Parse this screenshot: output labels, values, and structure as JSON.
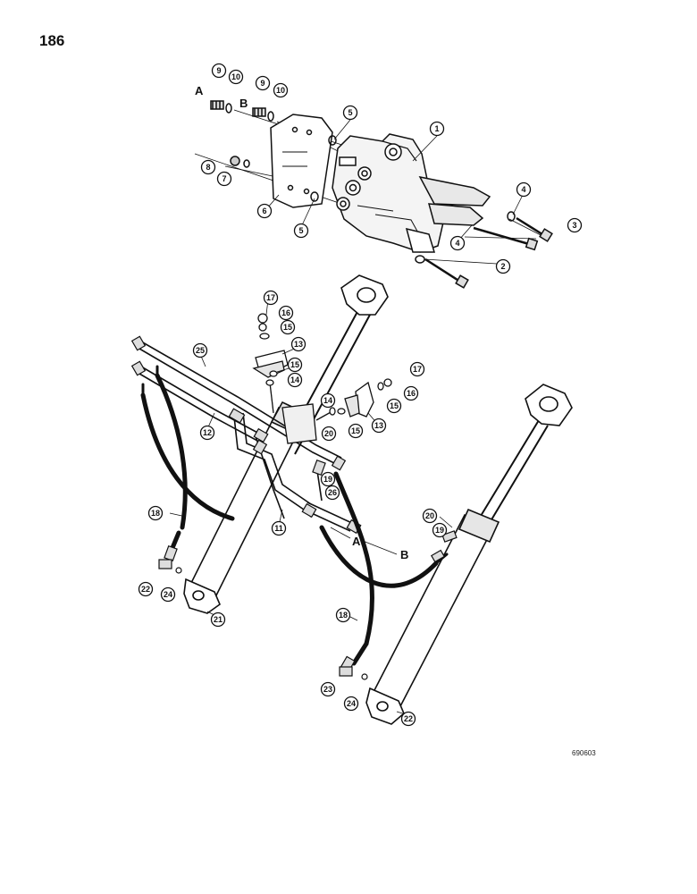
{
  "page": {
    "number": "186",
    "figure_code": "690603"
  },
  "ports": {
    "a_top": "A",
    "b_top": "B",
    "a_bottom": "A",
    "b_bottom": "B"
  },
  "callouts": [
    {
      "id": "c9a",
      "label": "9"
    },
    {
      "id": "c10a",
      "label": "10"
    },
    {
      "id": "c9b",
      "label": "9"
    },
    {
      "id": "c10b",
      "label": "10"
    },
    {
      "id": "c5a",
      "label": "5"
    },
    {
      "id": "c1",
      "label": "1"
    },
    {
      "id": "c8",
      "label": "8"
    },
    {
      "id": "c7",
      "label": "7"
    },
    {
      "id": "c6",
      "label": "6"
    },
    {
      "id": "c5b",
      "label": "5"
    },
    {
      "id": "c4a",
      "label": "4"
    },
    {
      "id": "c3",
      "label": "3"
    },
    {
      "id": "c4b",
      "label": "4"
    },
    {
      "id": "c2",
      "label": "2"
    },
    {
      "id": "c17a",
      "label": "17"
    },
    {
      "id": "c16a",
      "label": "16"
    },
    {
      "id": "c15a",
      "label": "15"
    },
    {
      "id": "c13a",
      "label": "13"
    },
    {
      "id": "c25",
      "label": "25"
    },
    {
      "id": "c15b",
      "label": "15"
    },
    {
      "id": "c14a",
      "label": "14"
    },
    {
      "id": "c17b",
      "label": "17"
    },
    {
      "id": "c16b",
      "label": "16"
    },
    {
      "id": "c14b",
      "label": "14"
    },
    {
      "id": "c15c",
      "label": "15"
    },
    {
      "id": "c13b",
      "label": "13"
    },
    {
      "id": "c15d",
      "label": "15"
    },
    {
      "id": "c12",
      "label": "12"
    },
    {
      "id": "c20a",
      "label": "20"
    },
    {
      "id": "c19",
      "label": "19"
    },
    {
      "id": "c26",
      "label": "26"
    },
    {
      "id": "c18a",
      "label": "18"
    },
    {
      "id": "c11",
      "label": "11"
    },
    {
      "id": "c20b",
      "label": "20"
    },
    {
      "id": "c19b",
      "label": "19"
    },
    {
      "id": "c22a",
      "label": "22"
    },
    {
      "id": "c24a",
      "label": "24"
    },
    {
      "id": "c21",
      "label": "21"
    },
    {
      "id": "c18b",
      "label": "18"
    },
    {
      "id": "c23",
      "label": "23"
    },
    {
      "id": "c24b",
      "label": "24"
    },
    {
      "id": "c22b",
      "label": "22"
    }
  ]
}
